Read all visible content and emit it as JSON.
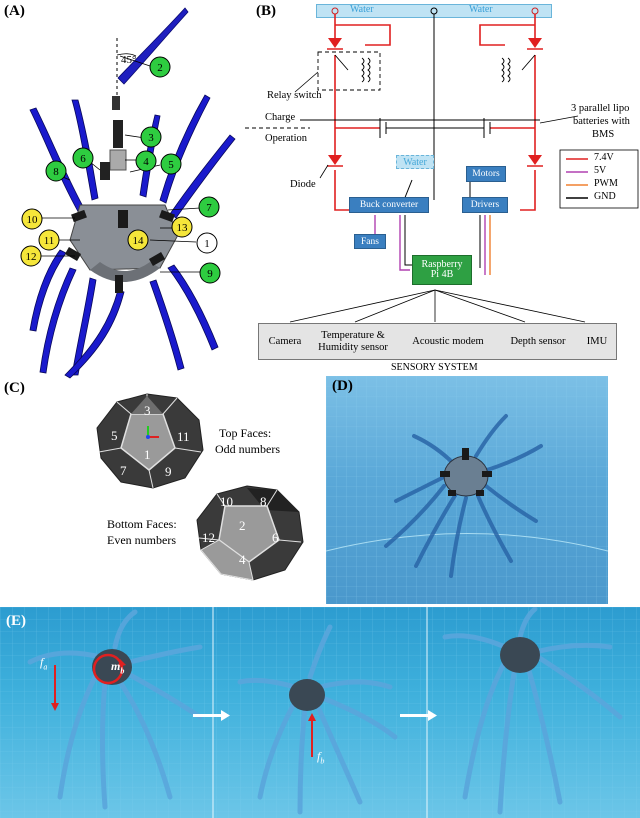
{
  "panels": {
    "a": "(A)",
    "b": "(B)",
    "c": "(C)",
    "d": "(D)",
    "e": "(E)"
  },
  "panel_a": {
    "angle_label": "45°",
    "callouts": [
      {
        "n": "1",
        "color": "#ffffff"
      },
      {
        "n": "2",
        "color": "#2ecc40"
      },
      {
        "n": "3",
        "color": "#2ecc40"
      },
      {
        "n": "4",
        "color": "#2ecc40"
      },
      {
        "n": "5",
        "color": "#2ecc40"
      },
      {
        "n": "6",
        "color": "#2ecc40"
      },
      {
        "n": "7",
        "color": "#2ecc40"
      },
      {
        "n": "8",
        "color": "#2ecc40"
      },
      {
        "n": "9",
        "color": "#2ecc40"
      },
      {
        "n": "10",
        "color": "#f5e63a"
      },
      {
        "n": "11",
        "color": "#f5e63a"
      },
      {
        "n": "12",
        "color": "#f5e63a"
      },
      {
        "n": "13",
        "color": "#f5e63a"
      },
      {
        "n": "14",
        "color": "#f5e63a"
      }
    ]
  },
  "panel_b": {
    "water_top_left": "Water",
    "water_top_right": "Water",
    "relay_switch": "Relay switch",
    "charge": "Charge",
    "operation": "Operation",
    "batteries_line1": "3 parallel lipo",
    "batteries_line2": "batteries with",
    "batteries_line3": "BMS",
    "diode": "Diode",
    "water_mid": "Water",
    "motors": "Motors",
    "buck_converter": "Buck converter",
    "drivers": "Drivers",
    "fans": "Fans",
    "pi_line1": "Raspberry",
    "pi_line2": "Pi 4B",
    "legend": [
      {
        "label": "7.4V",
        "color": "#e02020"
      },
      {
        "label": "5V",
        "color": "#b040b0"
      },
      {
        "label": "PWM",
        "color": "#f08030"
      },
      {
        "label": "GND",
        "color": "#000000"
      }
    ],
    "sensors": [
      {
        "line1": "Camera",
        "line2": ""
      },
      {
        "line1": "Temperature &",
        "line2": "Humidity sensor"
      },
      {
        "line1": "Acoustic modem",
        "line2": ""
      },
      {
        "line1": "Depth sensor",
        "line2": ""
      },
      {
        "line1": "IMU",
        "line2": ""
      }
    ],
    "sensory_system": "SENSORY SYSTEM"
  },
  "panel_c": {
    "top_faces": [
      "3",
      "5",
      "11",
      "1",
      "7",
      "9"
    ],
    "top_caption_line1": "Top Faces:",
    "top_caption_line2": "Odd numbers",
    "bottom_faces": [
      "10",
      "8",
      "12",
      "2",
      "6",
      "4"
    ],
    "bottom_caption_line1": "Bottom Faces:",
    "bottom_caption_line2": "Even numbers"
  },
  "panel_e": {
    "fa_label": "f",
    "fa_sub": "a",
    "mb_label": "m",
    "mb_sub": "b",
    "fb_label": "f",
    "fb_sub": "b"
  }
}
